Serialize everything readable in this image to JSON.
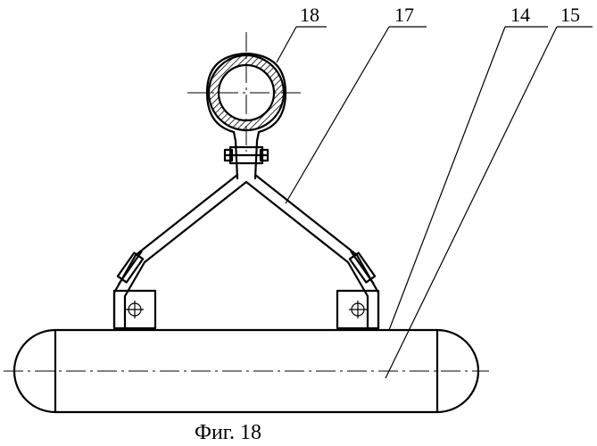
{
  "figure": {
    "caption": "Фиг. 18",
    "labels": {
      "pipe": "18",
      "hanger": "17",
      "vessel_body": "14",
      "vessel_axis": "15"
    }
  }
}
